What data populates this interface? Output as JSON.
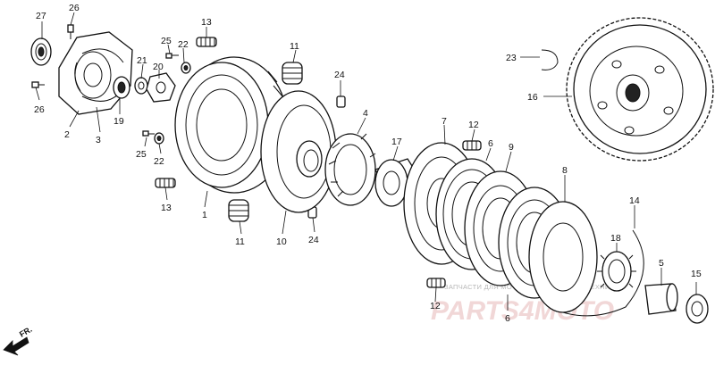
{
  "callouts": {
    "c27": "27",
    "c26a": "26",
    "c26b": "26",
    "c13a": "13",
    "c13b": "13",
    "c25a": "25",
    "c25b": "25",
    "c22a": "22",
    "c22b": "22",
    "c21": "21",
    "c20": "20",
    "c11a": "11",
    "c11b": "11",
    "c24a": "24",
    "c24b": "24",
    "c23": "23",
    "c16": "16",
    "c2": "2",
    "c3": "3",
    "c19": "19",
    "c4": "4",
    "c17": "17",
    "c7": "7",
    "c12a": "12",
    "c12b": "12",
    "c6a": "6",
    "c6b": "6",
    "c9": "9",
    "c1": "1",
    "c10": "10",
    "c8": "8",
    "c14": "14",
    "c18": "18",
    "c5": "5",
    "c15": "15"
  },
  "direction_marker": "FR.",
  "watermark": {
    "text": "ЗАПЧАСТИ ДЛЯ МОТОСЕРВИСА И МОТОТЕХНИКИ",
    "logo": "PARTS4MOTO"
  }
}
